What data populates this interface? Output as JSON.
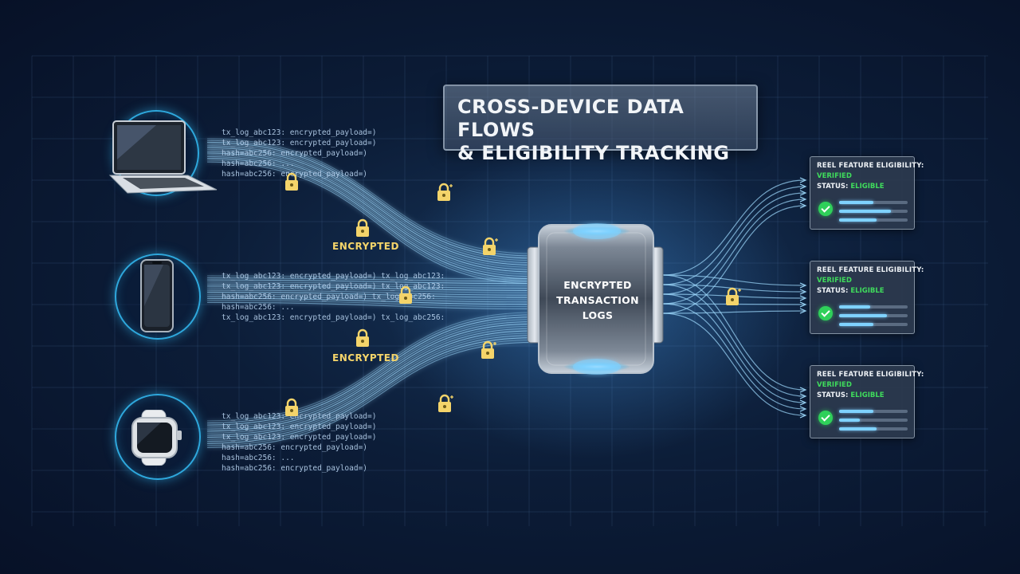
{
  "title": {
    "line1": "Cross-Device Data Flows",
    "line2": "& Eligibility Tracking"
  },
  "devices": [
    {
      "name": "laptop",
      "icon": "laptop-icon"
    },
    {
      "name": "phone",
      "icon": "smartphone-icon"
    },
    {
      "name": "watch",
      "icon": "smartwatch-icon"
    }
  ],
  "logs": {
    "laptop": [
      "tx_log_abc123: encrypted_payload=)",
      "tx_log_abc123: encrypted_payload=)",
      "hash=abc256: encrypted_payload=)",
      "hash=abc256: ...",
      "hash=abc256: encrypted_payload=)"
    ],
    "phone": [
      "tx_log_abc123: encrypted_payload=) tx_log_abc123:",
      "tx_log_abc123: encrypted_payload=) tx_log_abc123:",
      "hash=abc256: encrypted_payload=) tx_log_abc256:",
      "hash=abc256: ...",
      "tx_log_abc123: encrypted_payload=) tx_log_abc256:"
    ],
    "watch": [
      "tx_log_abc123: encrypted_payload=)",
      "tx_log_abc123: encrypted_payload=)",
      "tx_log_abc123: encrypted_payload=)",
      "hash=abc256: encrypted_payload=)",
      "hash=abc256: ...",
      "hash=abc256: encrypted_payload=)"
    ]
  },
  "encrypted_labels": [
    "Encrypted",
    "Encrypted"
  ],
  "hub": {
    "line1": "Encrypted",
    "line2": "Transaction",
    "line3": "Logs"
  },
  "cards": [
    {
      "title": "Reel Feature Eligibility:",
      "verified": "Verified",
      "status_key": "Status:",
      "status_val": "Eligible",
      "bars": [
        0.5,
        0.75,
        0.55
      ]
    },
    {
      "title": "Reel Feature Eligibility:",
      "verified": "Verified",
      "status_key": "Status:",
      "status_val": "Eligible",
      "bars": [
        0.45,
        0.7,
        0.5
      ]
    },
    {
      "title": "Reel Feature Eligibility:",
      "verified": "Verified",
      "status_key": "Status:",
      "status_val": "Eligible",
      "bars": [
        0.5,
        0.3,
        0.55
      ]
    }
  ],
  "colors": {
    "background": "#0c1d38",
    "accent": "#2ea8dd",
    "flow": "#9fdcff",
    "lock": "#f4d46a",
    "success": "#3fdc5c"
  },
  "icons": [
    "laptop-icon",
    "smartphone-icon",
    "smartwatch-icon",
    "lock-icon",
    "check-icon",
    "database-hub-icon"
  ]
}
